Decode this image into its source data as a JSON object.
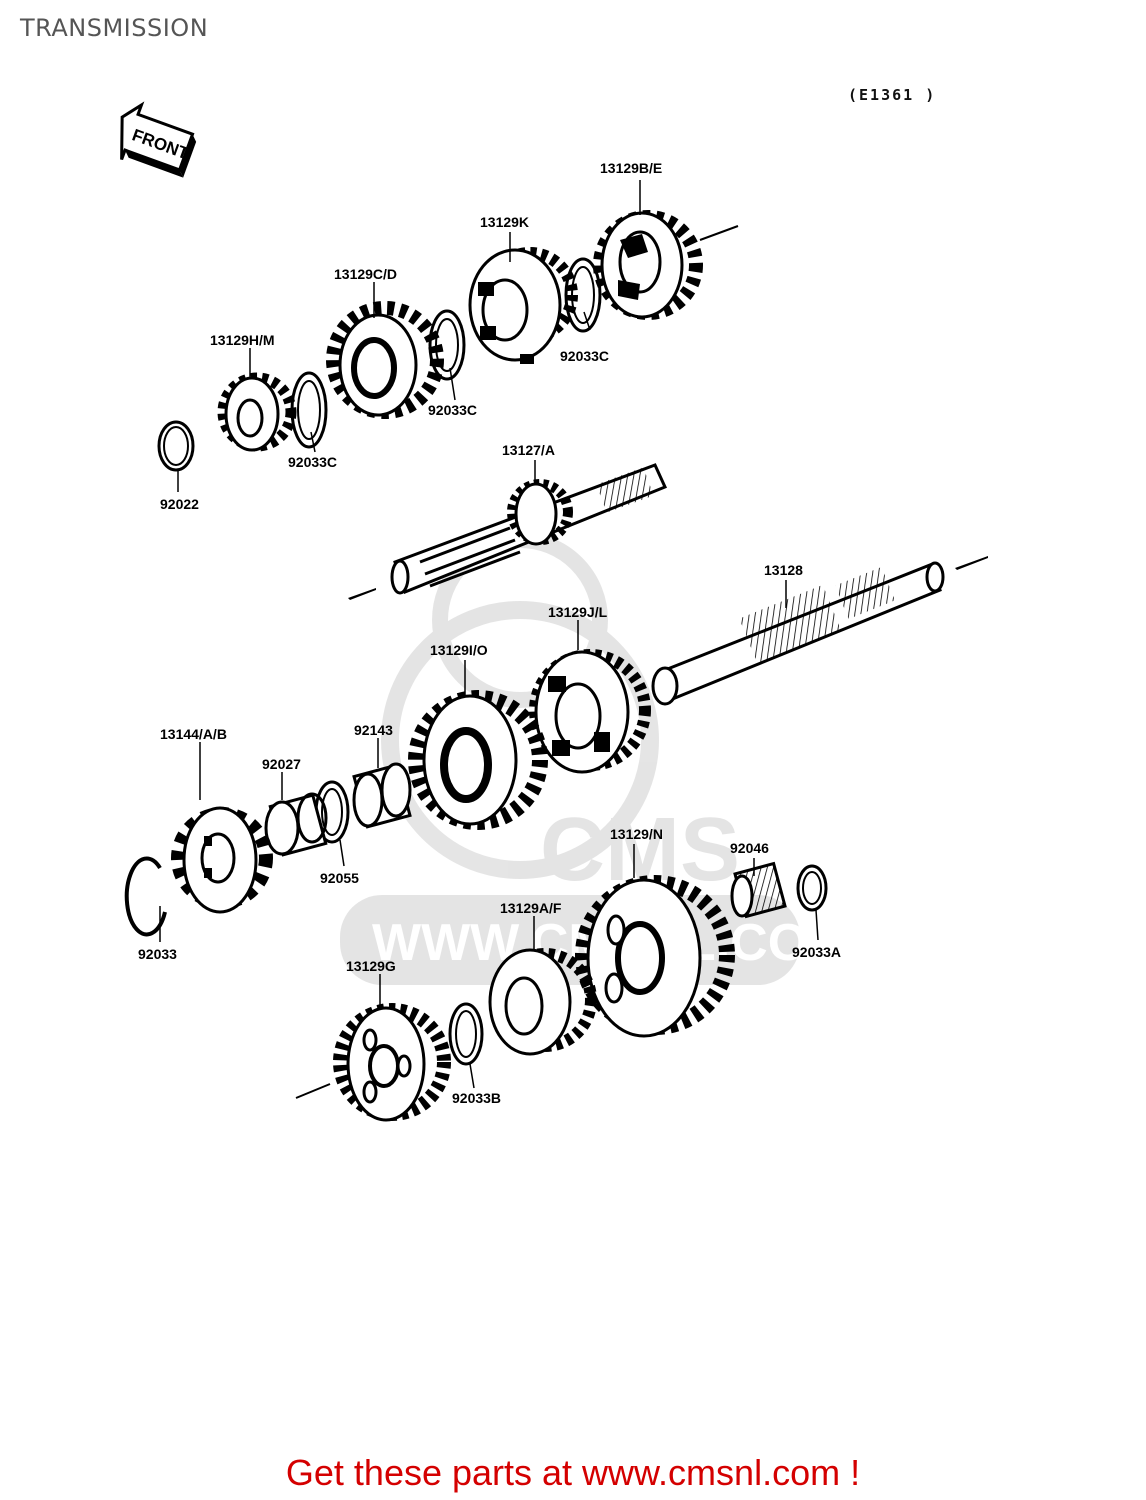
{
  "page": {
    "title": "TRANSMISSION",
    "ref_code": "(E1361 )",
    "front_marker": "FRONT"
  },
  "watermark": {
    "brand": "CMS",
    "url": "WWW.CMSNL.COM"
  },
  "parts": {
    "p13129be": "13129B/E",
    "p13129k": "13129K",
    "p13129cd": "13129C/D",
    "p13129hm": "13129H/M",
    "p92033c_a": "92033C",
    "p92033c_b": "92033C",
    "p92033c_c": "92033C",
    "p92022": "92022",
    "p13127a": "13127/A",
    "p13128": "13128",
    "p13129jl": "13129J/L",
    "p13129io": "13129I/O",
    "p13144ab": "13144/A/B",
    "p92027": "92027",
    "p92143": "92143",
    "p92055": "92055",
    "p92033": "92033",
    "p13129n": "13129/N",
    "p92046": "92046",
    "p92033a": "92033A",
    "p13129af": "13129A/F",
    "p13129g": "13129G",
    "p92033b": "92033B"
  },
  "footer": {
    "cta": "Get these parts at www.cmsnl.com !"
  }
}
